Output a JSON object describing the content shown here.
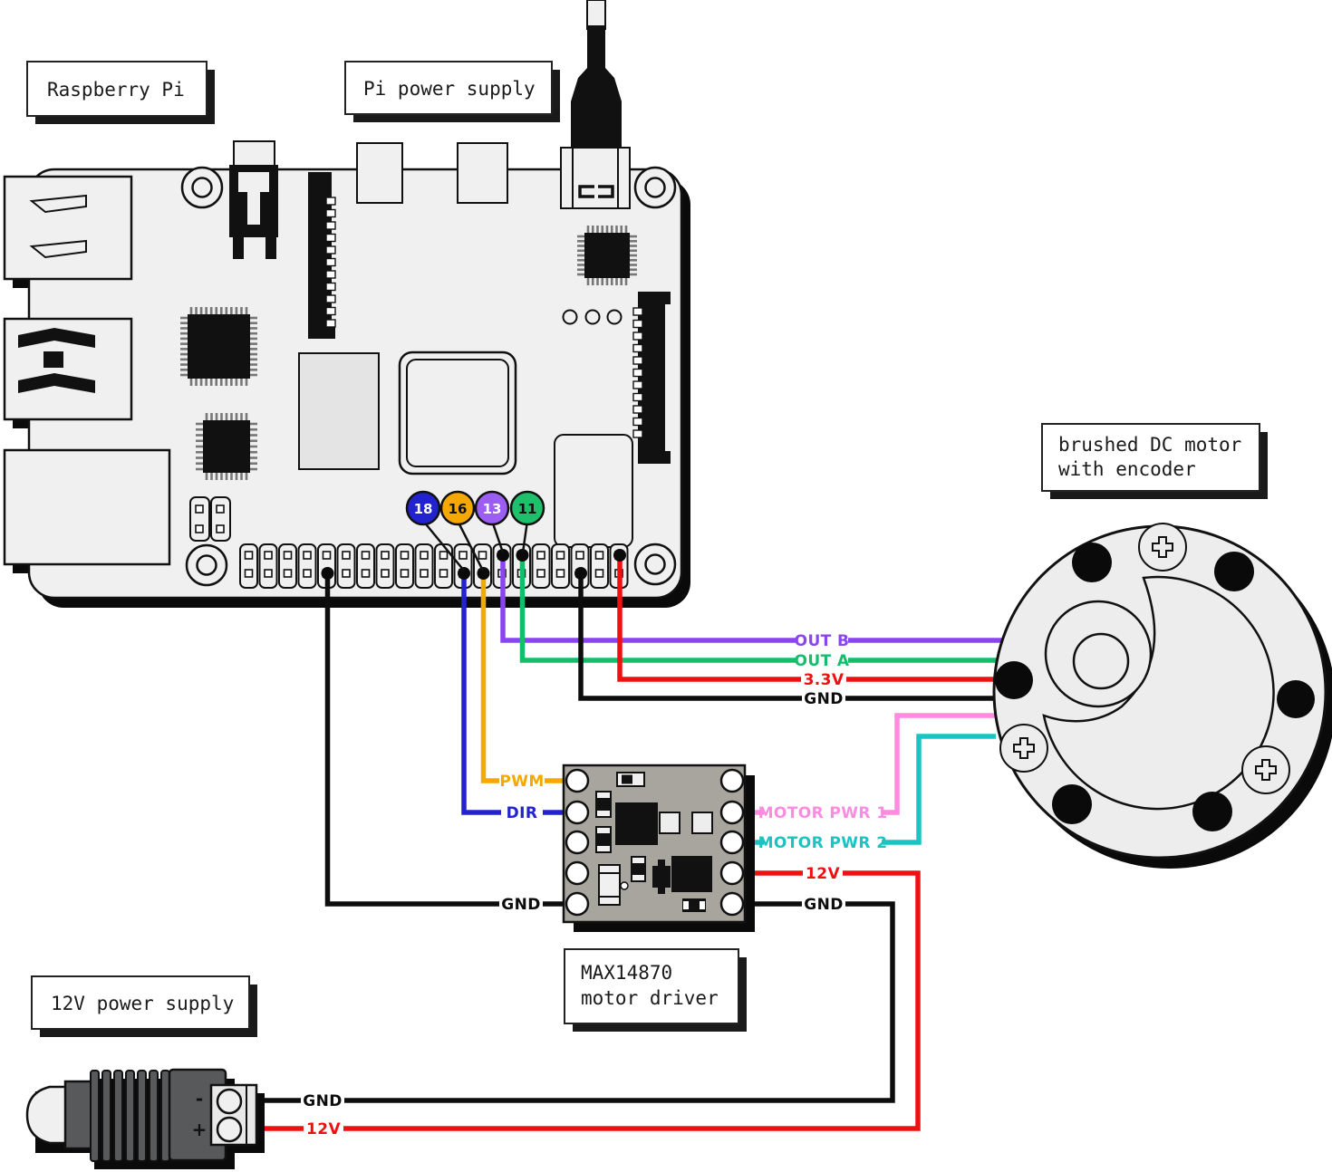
{
  "title_boxes": {
    "raspberry_pi": "Raspberry Pi",
    "pi_power_supply": "Pi power supply",
    "dc_motor_line1": "brushed DC motor",
    "dc_motor_line2": "with encoder",
    "driver_line1": "MAX14870",
    "driver_line2": "motor driver",
    "v12_supply": "12V power supply"
  },
  "gpio_badges": {
    "b18": {
      "num": "18",
      "color": "#2222cf",
      "text_color": "#ffffff"
    },
    "b16": {
      "num": "16",
      "color": "#f5a800",
      "text_color": "#111111"
    },
    "b13": {
      "num": "13",
      "color": "#9c5ef2",
      "text_color": "#ffffff"
    },
    "b11": {
      "num": "11",
      "color": "#1fc06c",
      "text_color": "#111111"
    }
  },
  "wires": {
    "out_b": {
      "label": "OUT B",
      "color": "#8b45f0"
    },
    "out_a": {
      "label": "OUT A",
      "color": "#12be6a"
    },
    "v3_3": {
      "label": "3.3V",
      "color": "#ee1111"
    },
    "gnd_encoder": {
      "label": "GND",
      "color": "#0d0d0d"
    },
    "pwm": {
      "label": "PWM",
      "color": "#f5a800"
    },
    "dir": {
      "label": "DIR",
      "color": "#2222cf"
    },
    "gnd_pi_driver": {
      "label": "GND",
      "color": "#0d0d0d"
    },
    "motor_pwr_1": {
      "label": "MOTOR PWR 1",
      "color": "#fb8ce0"
    },
    "motor_pwr_2": {
      "label": "MOTOR PWR 2",
      "color": "#1cc3c3"
    },
    "v12_driver": {
      "label": "12V",
      "color": "#ee1111"
    },
    "gnd_driver_supply": {
      "label": "GND",
      "color": "#0d0d0d"
    },
    "gnd_supply": {
      "label": "GND",
      "color": "#0d0d0d"
    },
    "v12_supply": {
      "label": "12V",
      "color": "#ee1111"
    }
  },
  "power_supply_12v": {
    "minus": "-",
    "plus": "+"
  }
}
